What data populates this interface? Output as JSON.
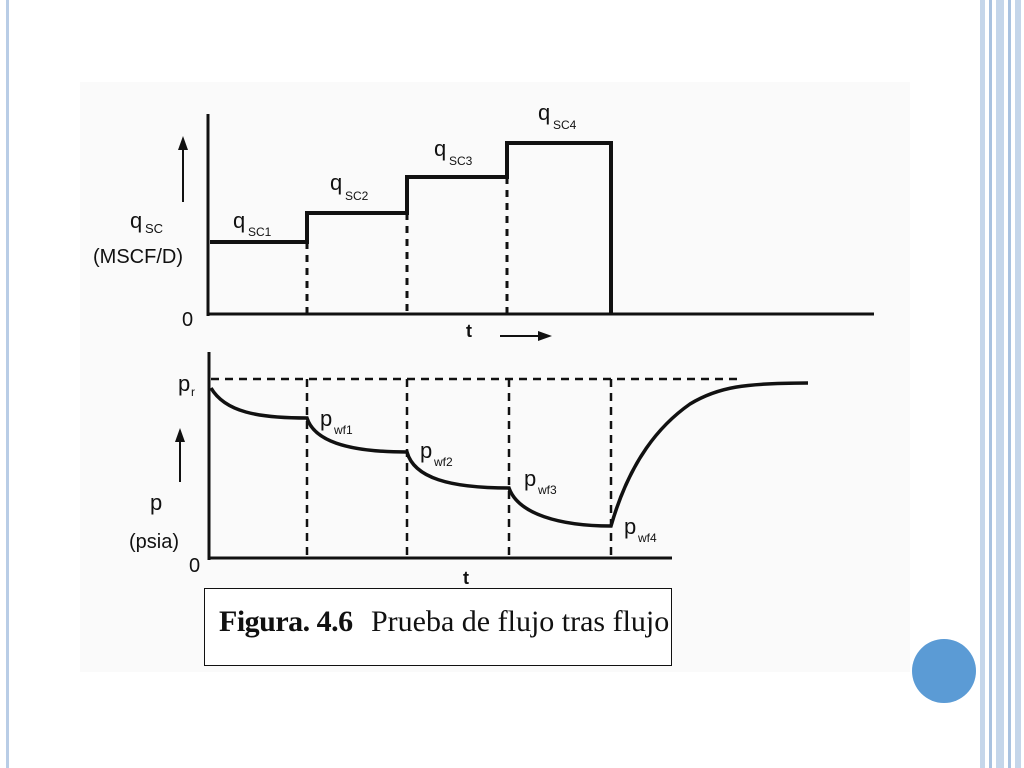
{
  "top_panel": {
    "ylabel_symbol": "q",
    "ylabel_sub": "SC",
    "ylabel_unit": "(MSCF/D)",
    "zero_label": "0",
    "xlabel": "t",
    "step_labels": [
      {
        "base": "q",
        "sub": "SC1"
      },
      {
        "base": "q",
        "sub": "SC2"
      },
      {
        "base": "q",
        "sub": "SC3"
      },
      {
        "base": "q",
        "sub": "SC4"
      }
    ]
  },
  "bottom_panel": {
    "pr_base": "p",
    "pr_sub": "r",
    "ylabel_symbol": "p",
    "ylabel_unit": "(psia)",
    "zero_label": "0",
    "xlabel": "t",
    "pressure_labels": [
      {
        "base": "p",
        "sub": "wf1"
      },
      {
        "base": "p",
        "sub": "wf2"
      },
      {
        "base": "p",
        "sub": "wf3"
      },
      {
        "base": "p",
        "sub": "wf4"
      }
    ]
  },
  "caption": {
    "figure_number": "Figura. 4.6",
    "text": "Prueba de flujo tras flujo"
  },
  "colors": {
    "ink": "#111111",
    "slide_accent": "#5b9bd5",
    "slide_rule": "#b9cde6"
  }
}
